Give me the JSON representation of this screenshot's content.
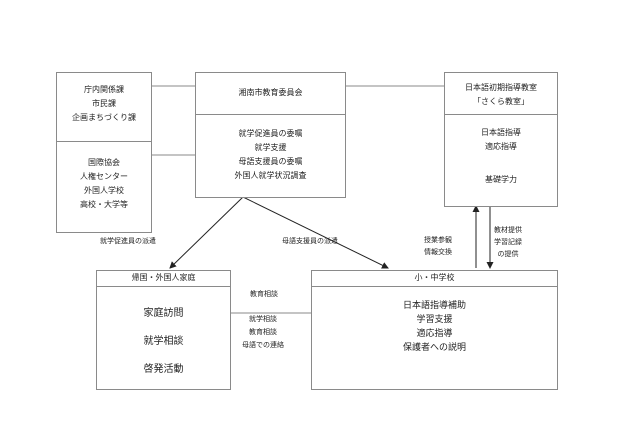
{
  "boxes": {
    "office": {
      "lines": [
        "庁内関係課",
        "市民課",
        "企画まちづくり課"
      ]
    },
    "intl": {
      "lines": [
        "国際協会",
        "人権センター",
        "外国人学校",
        "高校・大学等"
      ]
    },
    "board": {
      "title": "湘南市教育委員会",
      "lines": [
        "就学促進員の委嘱",
        "就学支援",
        "母語支援員の委嘱",
        "外国人就学状況調査"
      ]
    },
    "sakura": {
      "title_lines": [
        "日本語初期指導教室",
        "「さくら教室」"
      ],
      "lines": [
        "日本語指導",
        "適応指導"
      ],
      "extra": "基礎学力"
    },
    "family": {
      "title": "帰国・外国人家庭",
      "lines": [
        "家庭訪問",
        "就学相談",
        "啓発活動"
      ]
    },
    "school": {
      "title": "小・中学校",
      "lines": [
        "日本語指導補助",
        "学習支援",
        "適応指導",
        "保護者への説明"
      ]
    }
  },
  "labels": {
    "promoter_dispatch": "就学促進員の派遣",
    "mother_tongue_dispatch": "母語支援員の派遣",
    "class_visit": [
      "授業参観",
      "情報交換"
    ],
    "materials": [
      "教材提供",
      "学習記録",
      "の提供"
    ],
    "edu_consult": "教育相談",
    "consult_list": [
      "就学相談",
      "教育相談",
      "母語での連絡"
    ]
  }
}
